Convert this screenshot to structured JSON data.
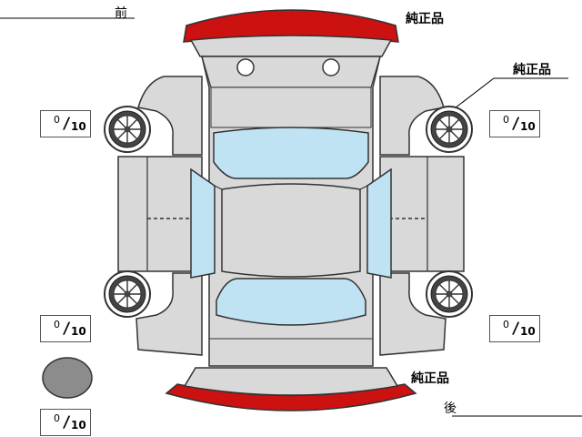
{
  "labels": {
    "front": "前",
    "rear": "後",
    "genuine_front": "純正品",
    "genuine_right": "純正品",
    "genuine_rear": "純正品"
  },
  "tread_boxes": [
    {
      "value": "0",
      "max": "10"
    },
    {
      "value": "0",
      "max": "10"
    },
    {
      "value": "0",
      "max": "10"
    },
    {
      "value": "0",
      "max": "10"
    },
    {
      "value": "0",
      "max": "10"
    }
  ],
  "colors": {
    "body": "#d9d9d9",
    "outline": "#333333",
    "glass": "#bfe3f3",
    "bumper_red": "#cc1111",
    "spare_tire": "#8c8c8c"
  }
}
